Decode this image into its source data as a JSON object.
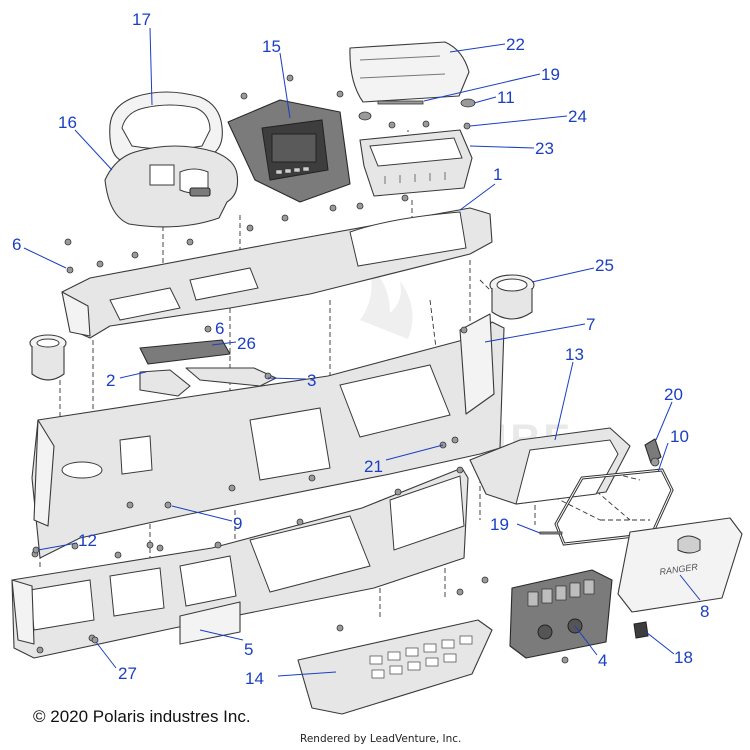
{
  "callouts": [
    {
      "id": "c17",
      "number": "17"
    },
    {
      "id": "c15",
      "number": "15"
    },
    {
      "id": "c22",
      "number": "22"
    },
    {
      "id": "c19a",
      "number": "19"
    },
    {
      "id": "c11",
      "number": "11"
    },
    {
      "id": "c24",
      "number": "24"
    },
    {
      "id": "c16",
      "number": "16"
    },
    {
      "id": "c23",
      "number": "23"
    },
    {
      "id": "c1",
      "number": "1"
    },
    {
      "id": "c6a",
      "number": "6"
    },
    {
      "id": "c25",
      "number": "25"
    },
    {
      "id": "c6b",
      "number": "6"
    },
    {
      "id": "c26",
      "number": "26"
    },
    {
      "id": "c7",
      "number": "7"
    },
    {
      "id": "c2",
      "number": "2"
    },
    {
      "id": "c3",
      "number": "3"
    },
    {
      "id": "c13",
      "number": "13"
    },
    {
      "id": "c20",
      "number": "20"
    },
    {
      "id": "c10",
      "number": "10"
    },
    {
      "id": "c21",
      "number": "21"
    },
    {
      "id": "c9",
      "number": "9"
    },
    {
      "id": "c19b",
      "number": "19"
    },
    {
      "id": "c12",
      "number": "12"
    },
    {
      "id": "c5",
      "number": "5"
    },
    {
      "id": "c4",
      "number": "4"
    },
    {
      "id": "c8",
      "number": "8"
    },
    {
      "id": "c27",
      "number": "27"
    },
    {
      "id": "c14",
      "number": "14"
    },
    {
      "id": "c18",
      "number": "18"
    }
  ],
  "glovebox_brand": "RANGER",
  "watermark_text": "LEADVENTURE",
  "footer": {
    "copyright": "© 2020 Polaris industres Inc.",
    "rendered_by": "Rendered by LeadVenture, Inc."
  },
  "colors": {
    "callout": "#1a3fc2",
    "part_fill": "#e6e6e6",
    "part_outline": "#3a3a3a"
  }
}
